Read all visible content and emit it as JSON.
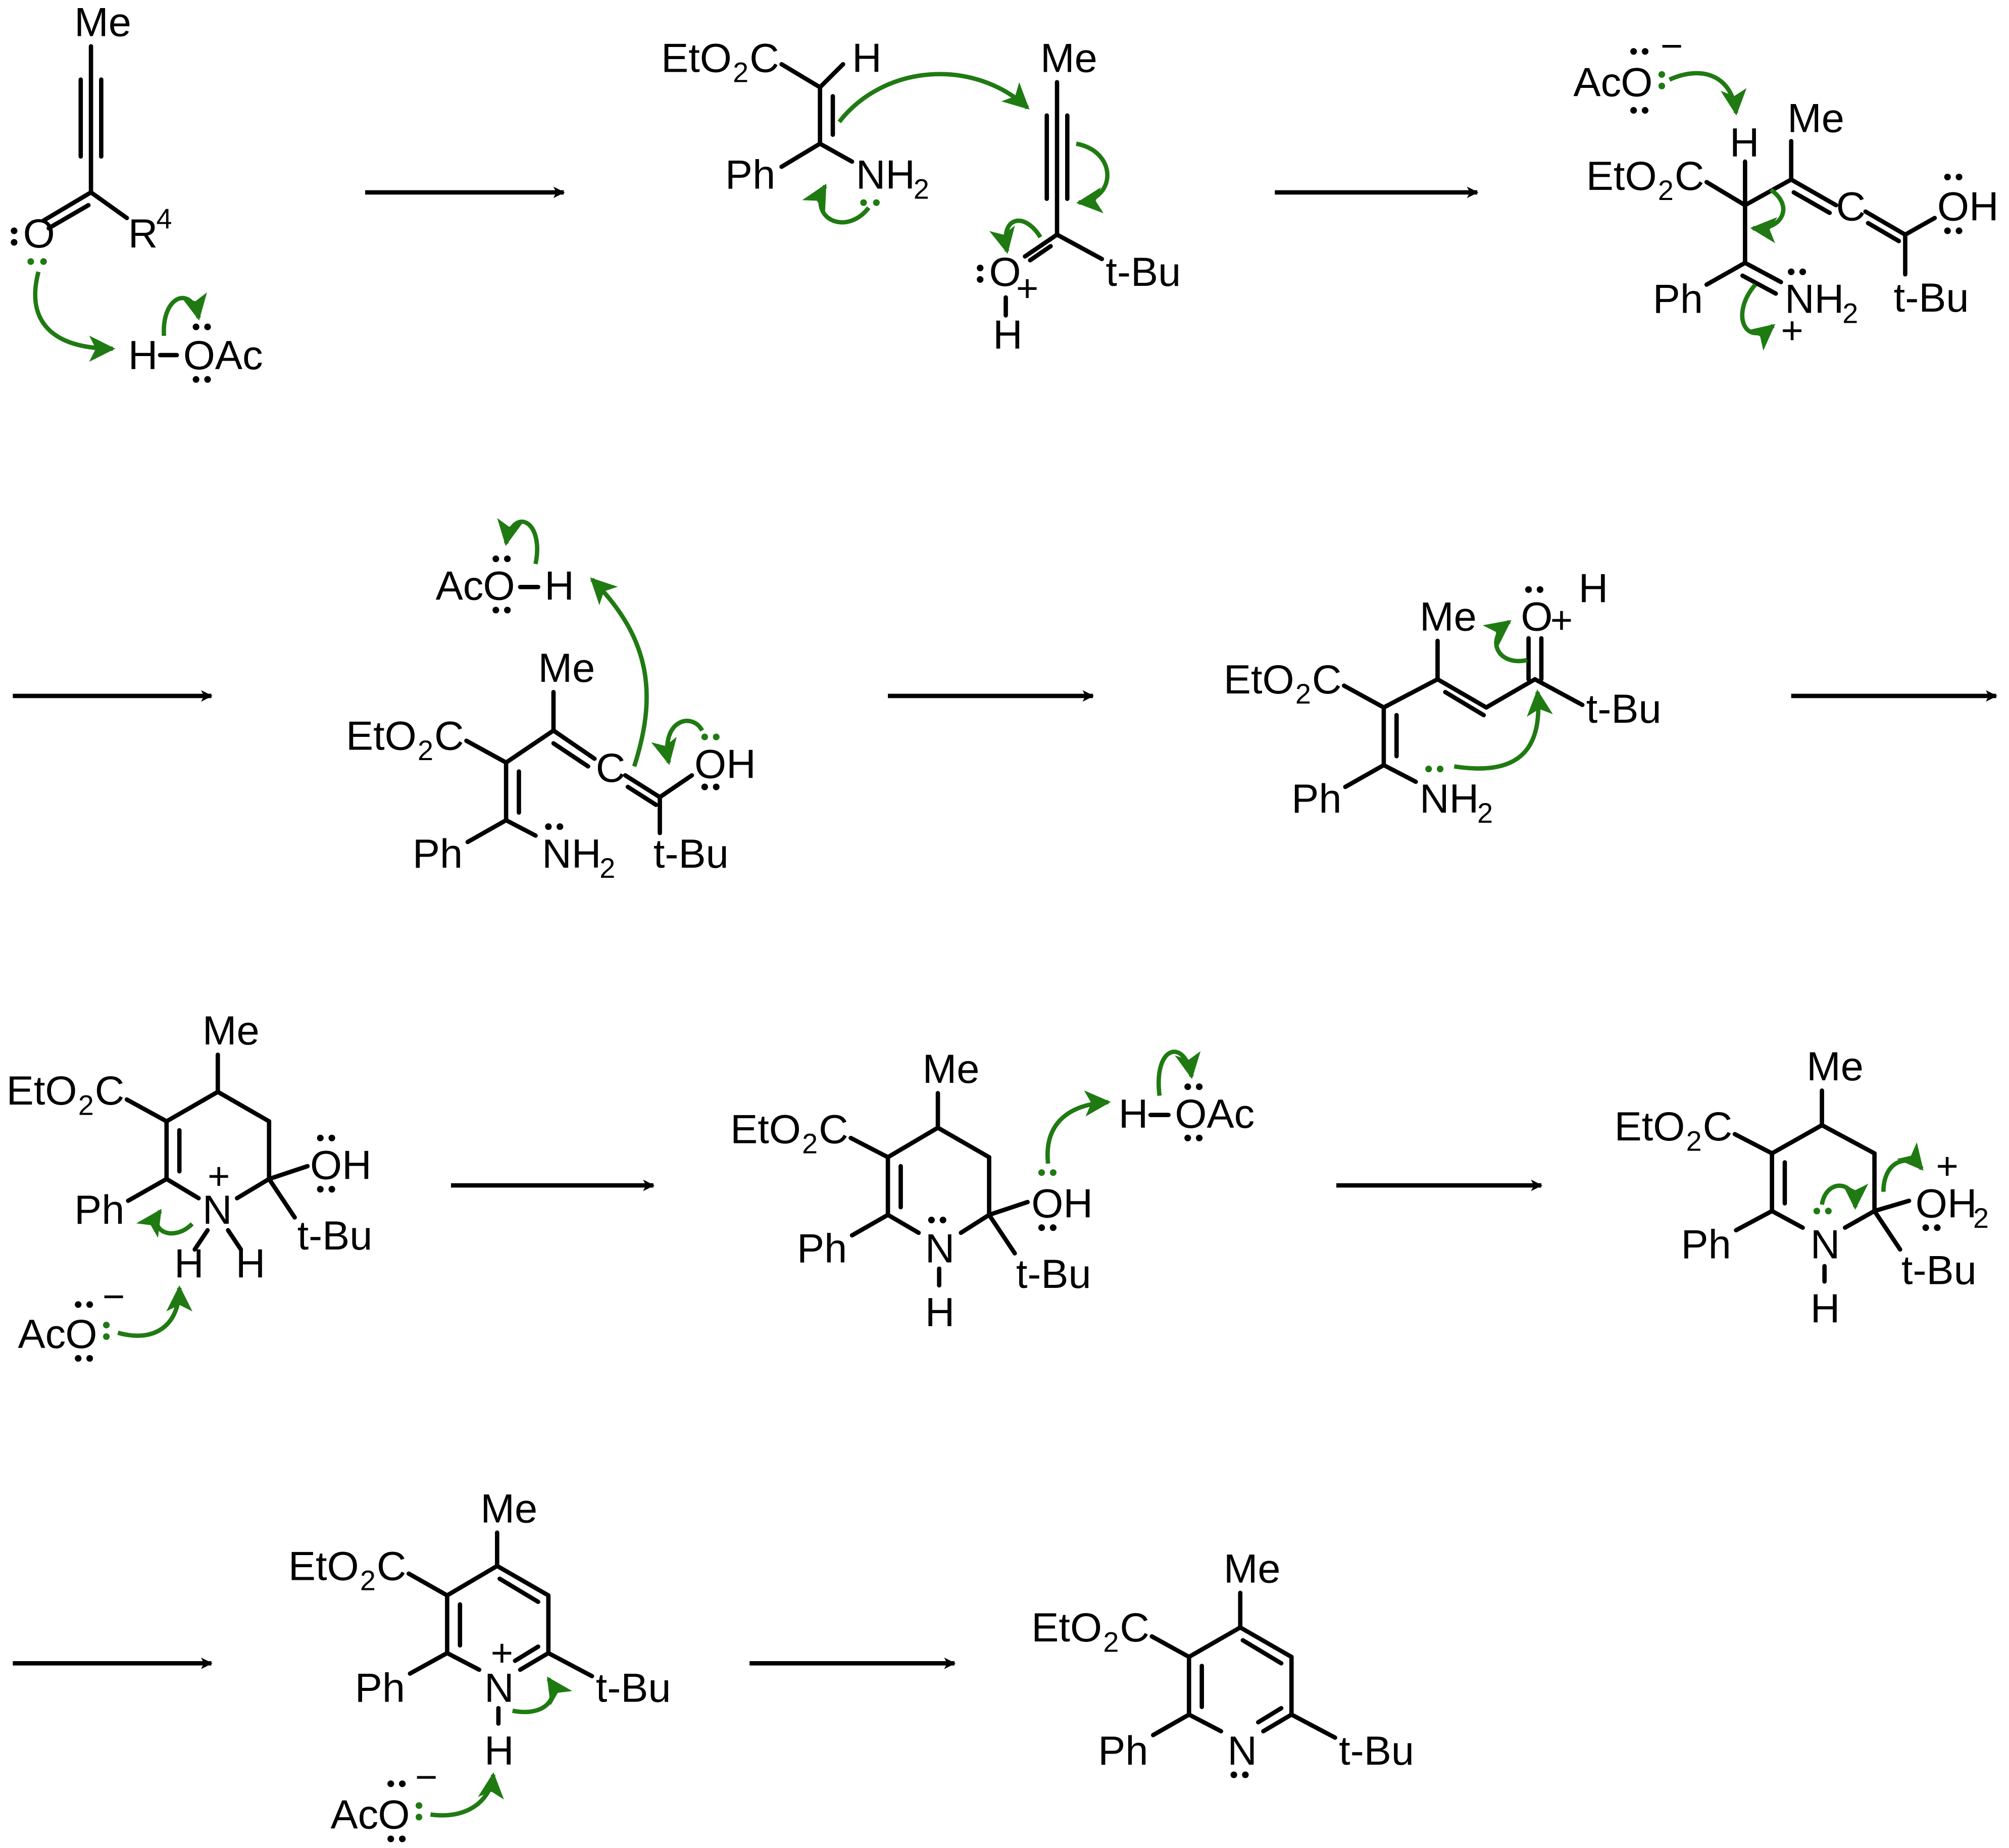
{
  "colors": {
    "bond": "#000000",
    "electron_arrow": "#1f7a12",
    "green_lone_pair": "#1f7a12",
    "background": "#ffffff"
  },
  "labels": {
    "Me": "Me",
    "O": "O",
    "R": "R",
    "sup4": "4",
    "H": "H",
    "OAc": "OAc",
    "Ac": "Ac",
    "EtO": "EtO",
    "C": "C",
    "sub2": "2",
    "Ph": "Ph",
    "NH": "NH",
    "N": "N",
    "OH": "OH",
    "tBu": "t-Bu",
    "plus": "+",
    "minus": "−"
  }
}
